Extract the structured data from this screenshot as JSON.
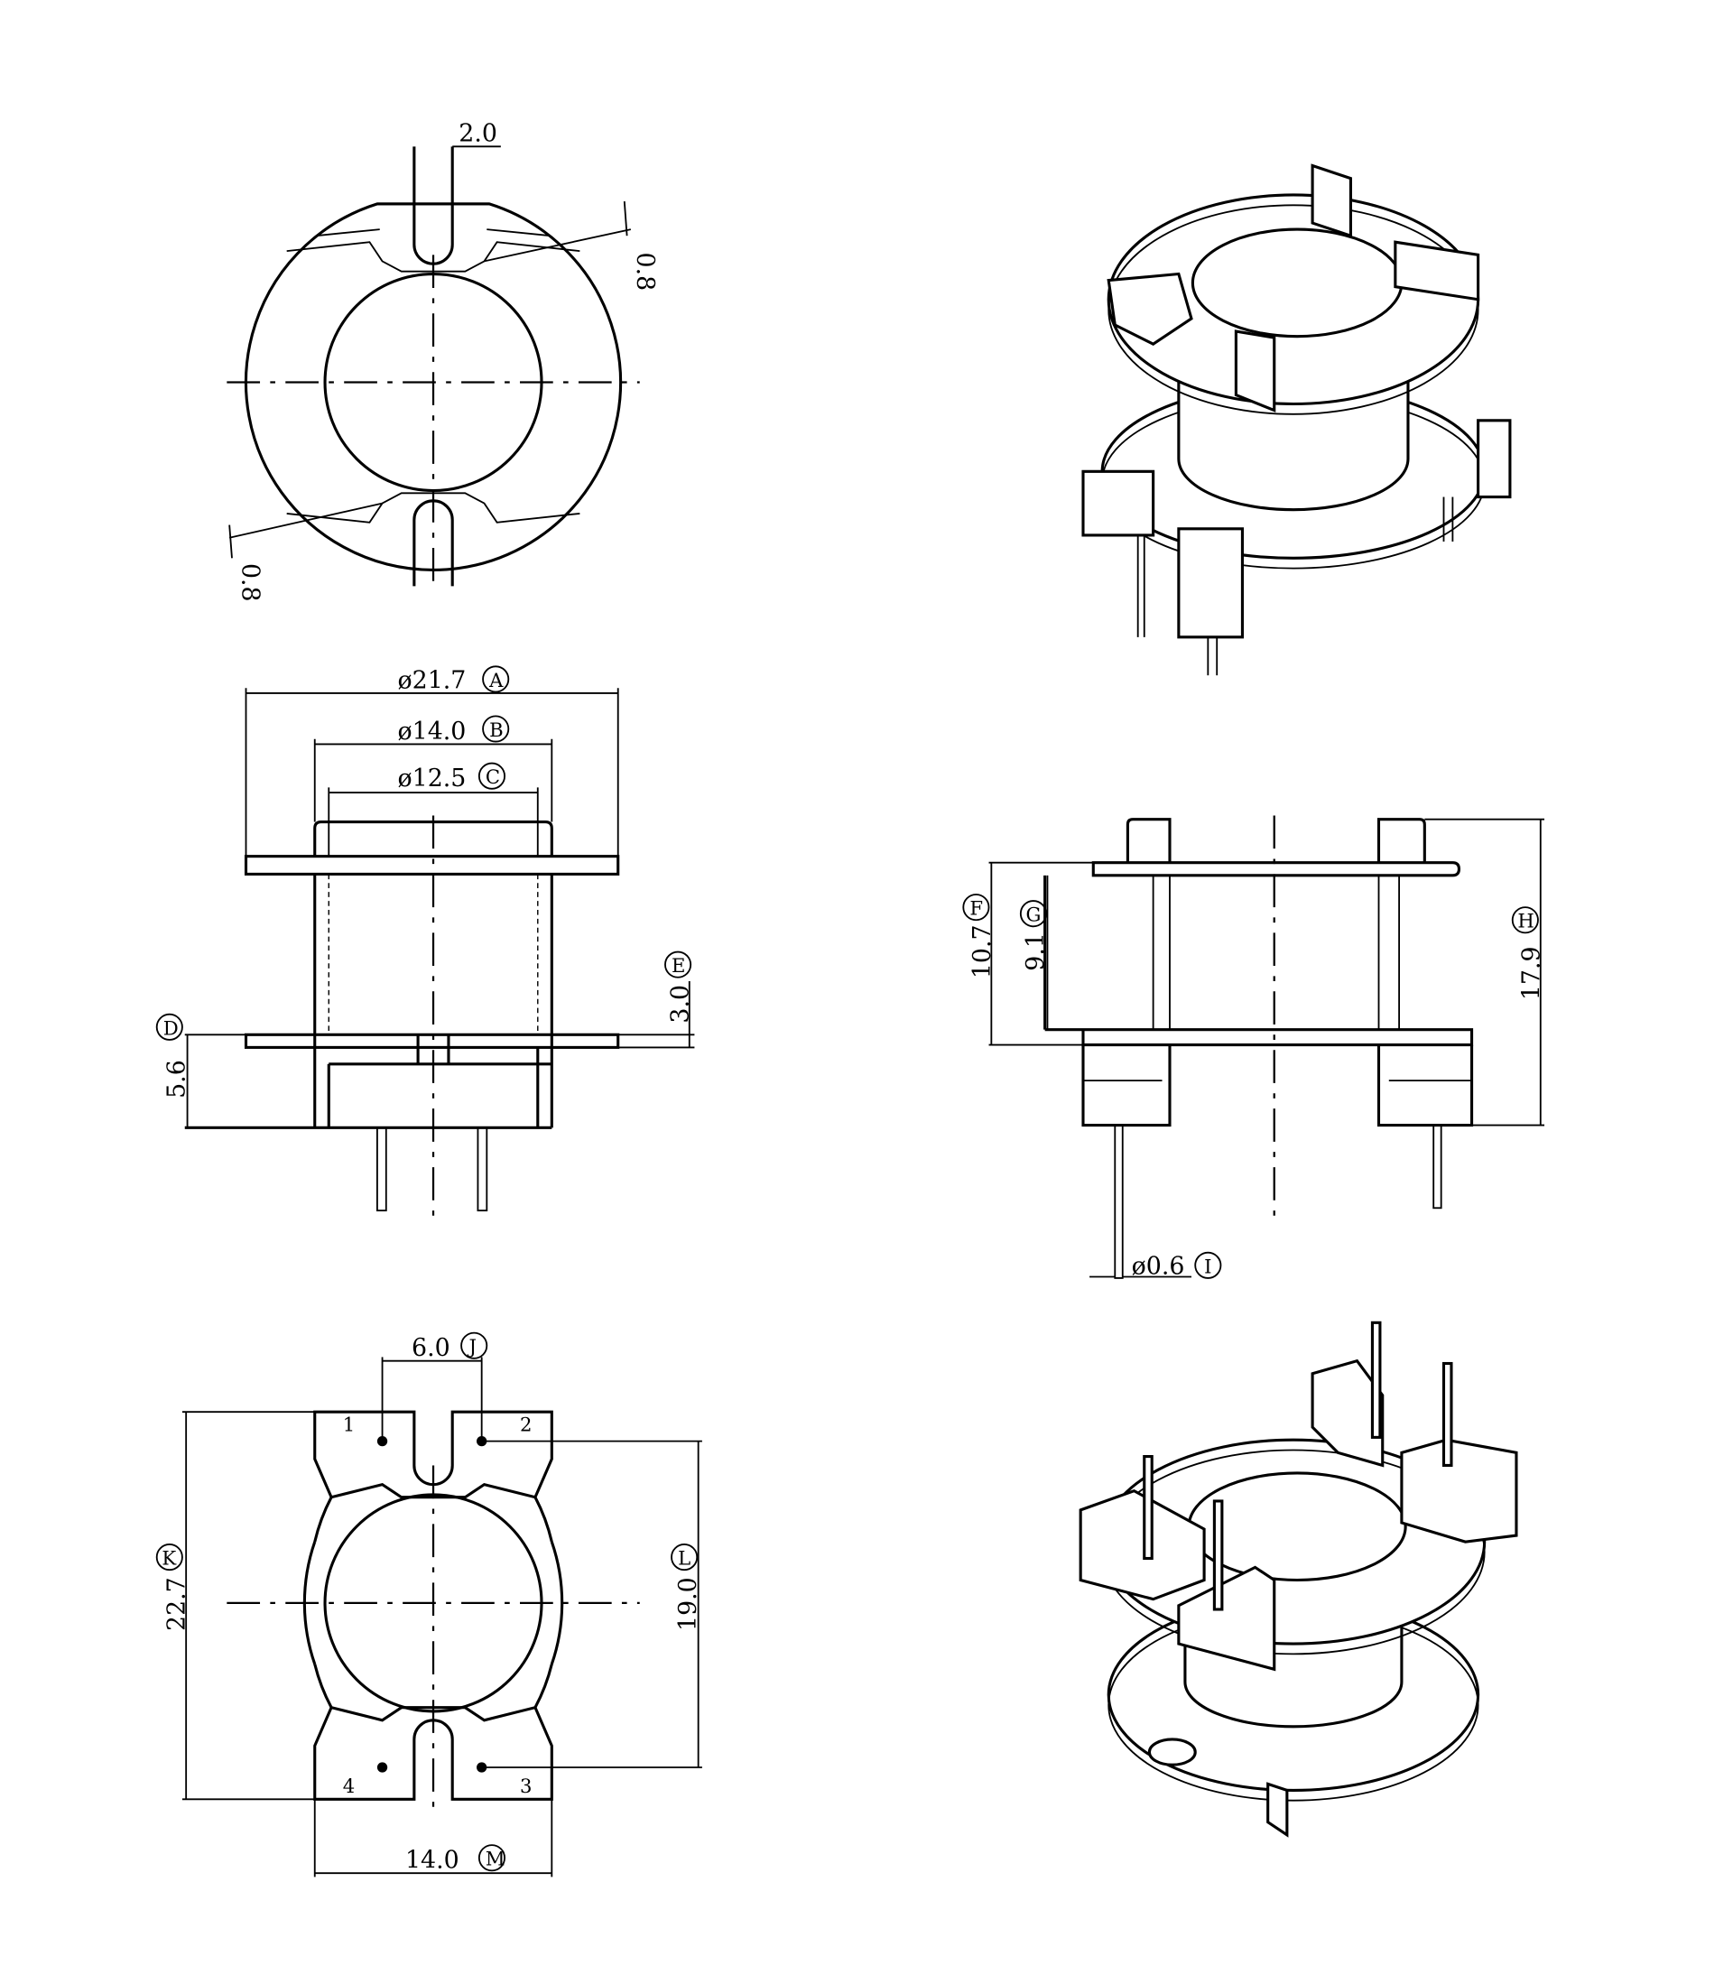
{
  "top_view": {
    "slot_width": "2.0",
    "tab_offset_top": "0.8",
    "tab_offset_bottom": "0.8"
  },
  "front_view": {
    "dim_a": {
      "value": "ø21.7",
      "tag": "A"
    },
    "dim_b": {
      "value": "ø14.0",
      "tag": "B"
    },
    "dim_c": {
      "value": "ø12.5",
      "tag": "C"
    },
    "dim_d": {
      "value": "5.6",
      "tag": "D"
    },
    "dim_e": {
      "value": "3.0",
      "tag": "E"
    }
  },
  "side_view": {
    "dim_f": {
      "value": "10.7",
      "tag": "F"
    },
    "dim_g": {
      "value": "9.1",
      "tag": "G"
    },
    "dim_h": {
      "value": "17.9",
      "tag": "H"
    },
    "dim_i": {
      "value": "ø0.6",
      "tag": "I"
    }
  },
  "bottom_view": {
    "dim_j": {
      "value": "6.0",
      "tag": "J"
    },
    "dim_k": {
      "value": "22.7",
      "tag": "K"
    },
    "dim_l": {
      "value": "19.0",
      "tag": "L"
    },
    "dim_m": {
      "value": "14.0",
      "tag": "M"
    },
    "pins": [
      "1",
      "2",
      "3",
      "4"
    ]
  }
}
